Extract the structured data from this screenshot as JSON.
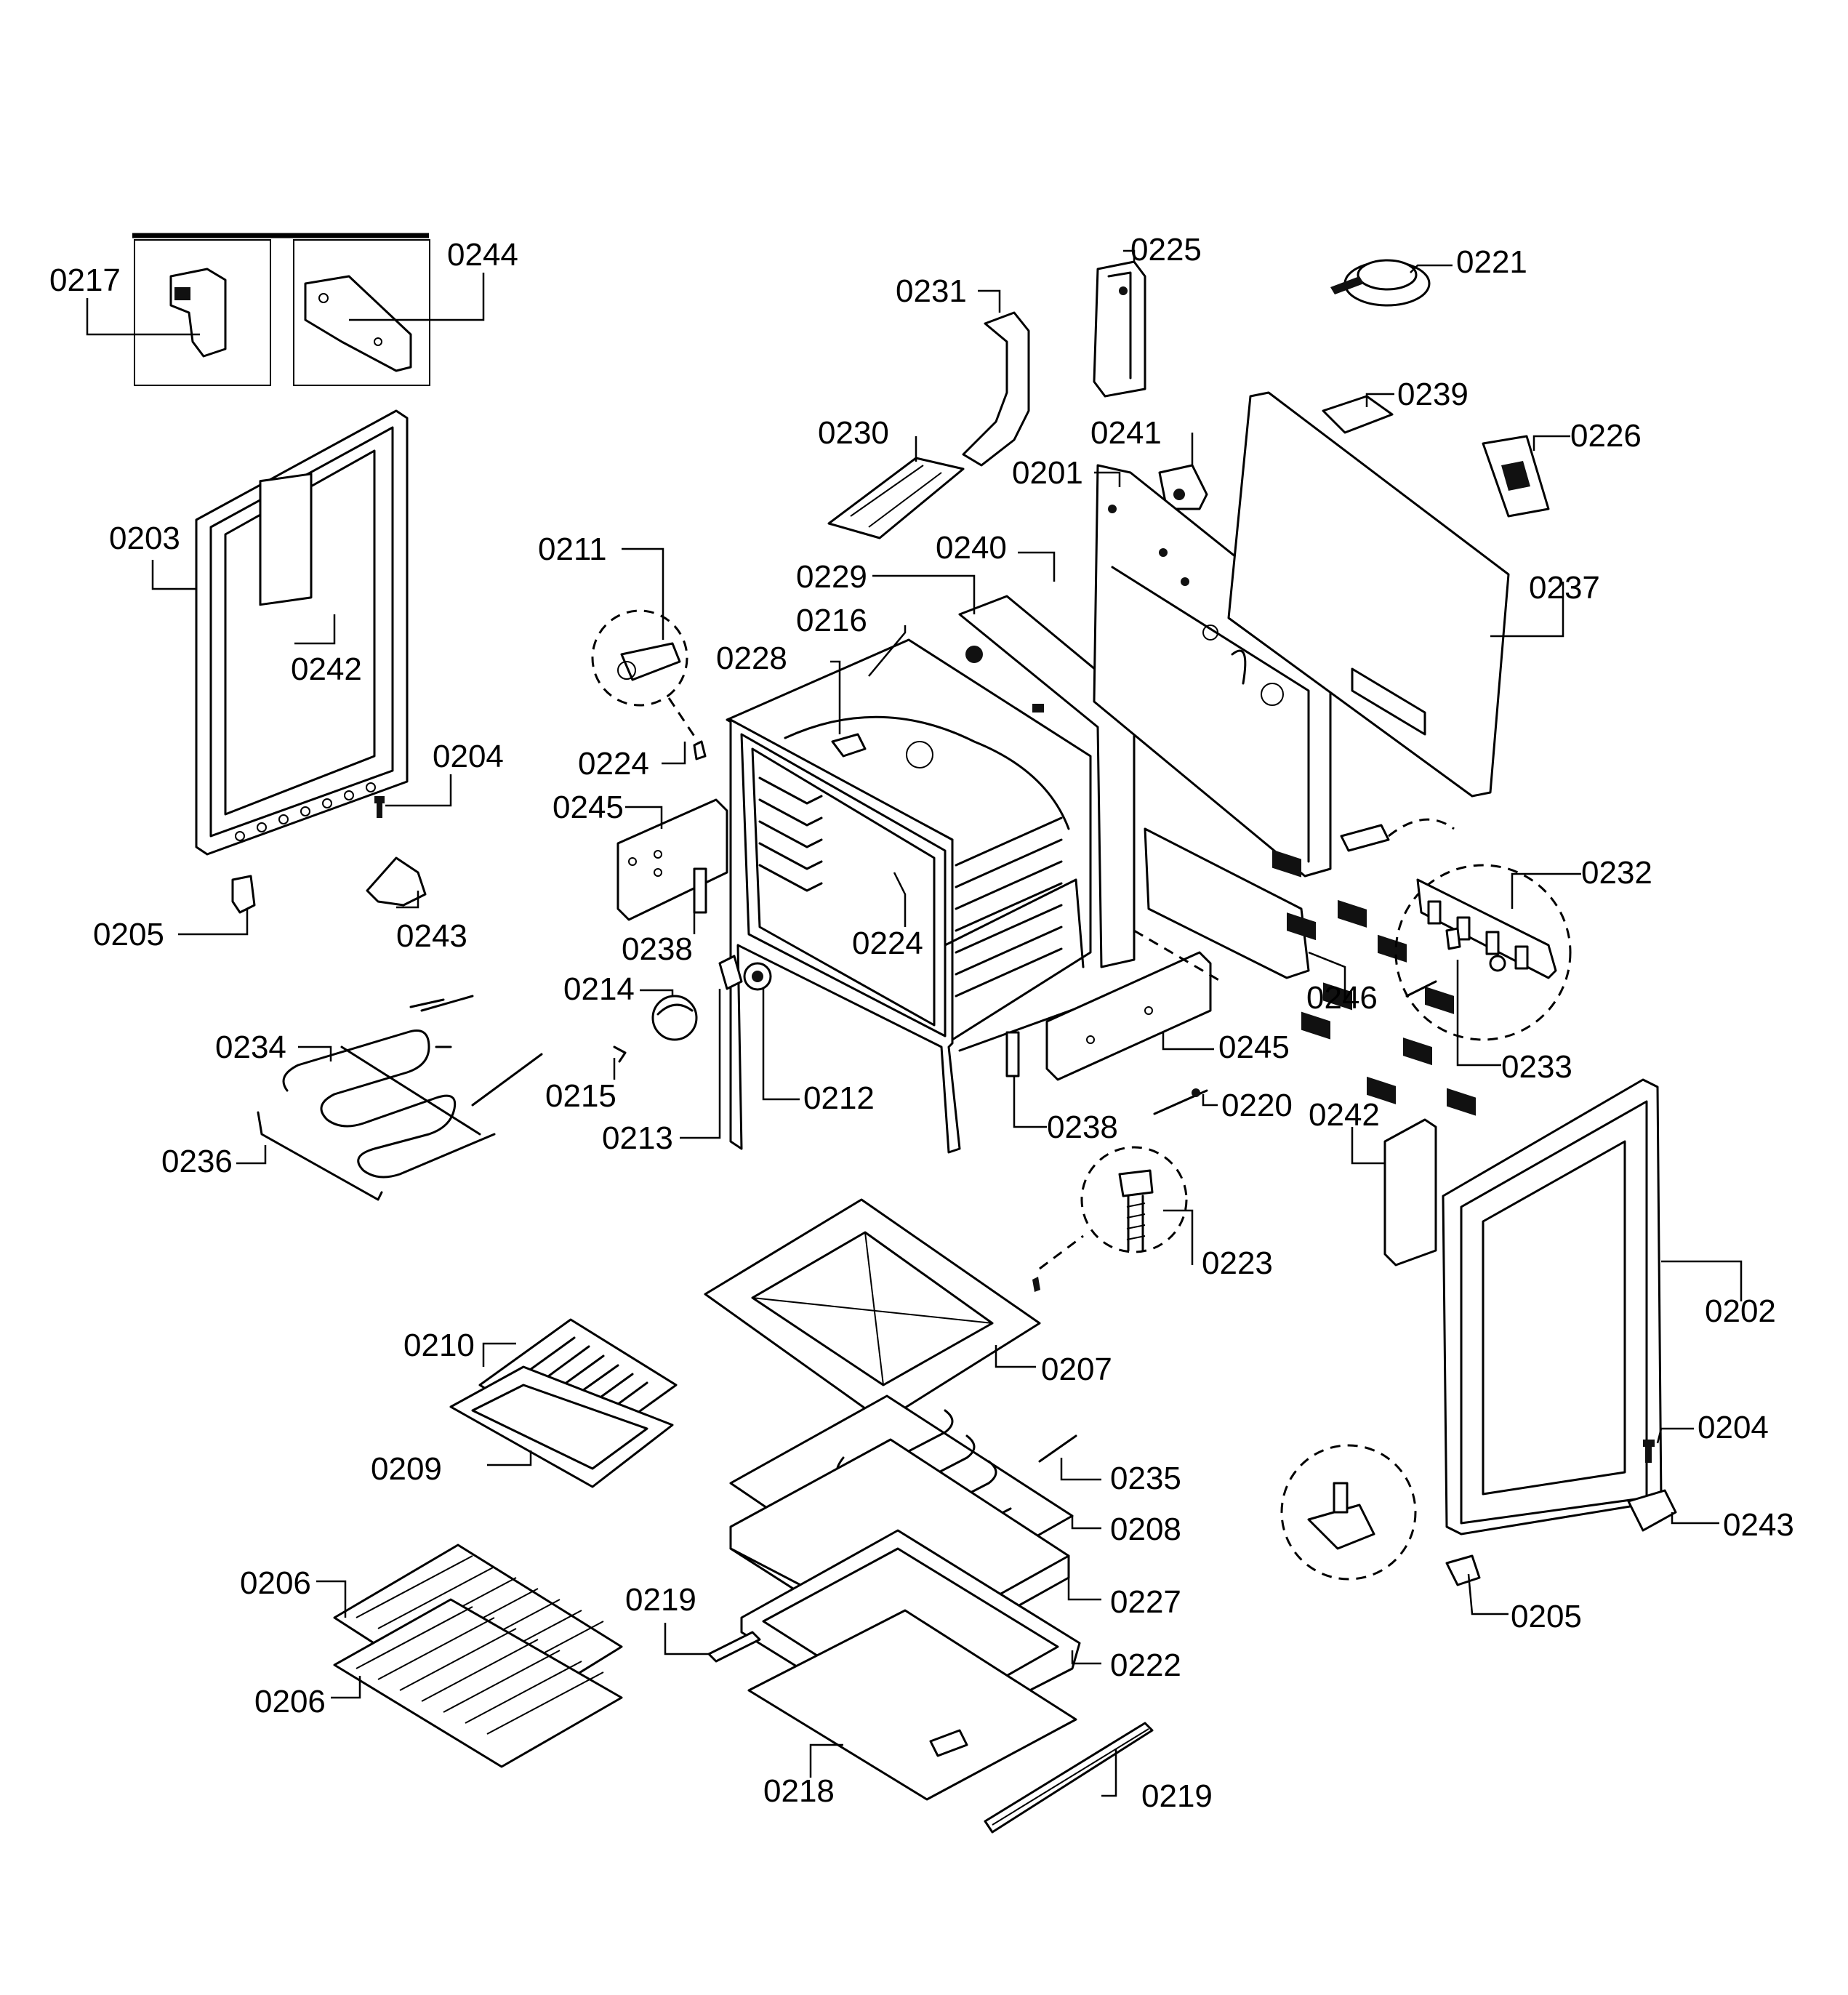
{
  "diagram": {
    "callouts": {
      "c0217": "0217",
      "c0244": "0244",
      "c0203": "0203",
      "c0242a": "0242",
      "c0204a": "0204",
      "c0205a": "0205",
      "c0243a": "0243",
      "c0234": "0234",
      "c0236": "0236",
      "c0211": "0211",
      "c0224a": "0224",
      "c0245a": "0245",
      "c0238a": "0238",
      "c0214": "0214",
      "c0215": "0215",
      "c0213": "0213",
      "c0212": "0212",
      "c0224b": "0224",
      "c0228": "0228",
      "c0216": "0216",
      "c0229": "0229",
      "c0240": "0240",
      "c0230": "0230",
      "c0231": "0231",
      "c0225": "0225",
      "c0241": "0241",
      "c0201": "0201",
      "c0221": "0221",
      "c0239": "0239",
      "c0226": "0226",
      "c0237": "0237",
      "c0232": "0232",
      "c0233": "0233",
      "c0246": "0246",
      "c0245b": "0245",
      "c0238b": "0238",
      "c0220": "0220",
      "c0242b": "0242",
      "c0223": "0223",
      "c0202": "0202",
      "c0204b": "0204",
      "c0243b": "0243",
      "c0205b": "0205",
      "c0210": "0210",
      "c0209": "0209",
      "c0207": "0207",
      "c0235": "0235",
      "c0208": "0208",
      "c0227": "0227",
      "c0222": "0222",
      "c0219a": "0219",
      "c0219b": "0219",
      "c0218": "0218",
      "c0206a": "0206",
      "c0206b": "0206"
    }
  }
}
